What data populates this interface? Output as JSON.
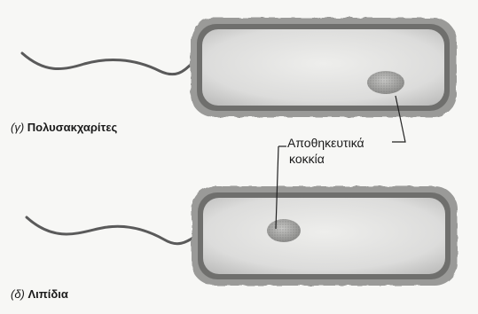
{
  "labels": {
    "panel_c": {
      "letter": "(γ)",
      "name": "Πολυσακχαρίτες"
    },
    "panel_d": {
      "letter": "(δ)",
      "name": "Λιπίδια"
    },
    "callout_line1": "Αποθηκευτικά",
    "callout_line2": "κοκκία"
  },
  "colors": {
    "cell_outer": "#8a8a8a",
    "cell_wall": "#6e6e6e",
    "cell_inner": "#d9d9d9",
    "granule": "#a8a8a8",
    "flagellum": "#5e5e5e",
    "leader": "#222222"
  }
}
